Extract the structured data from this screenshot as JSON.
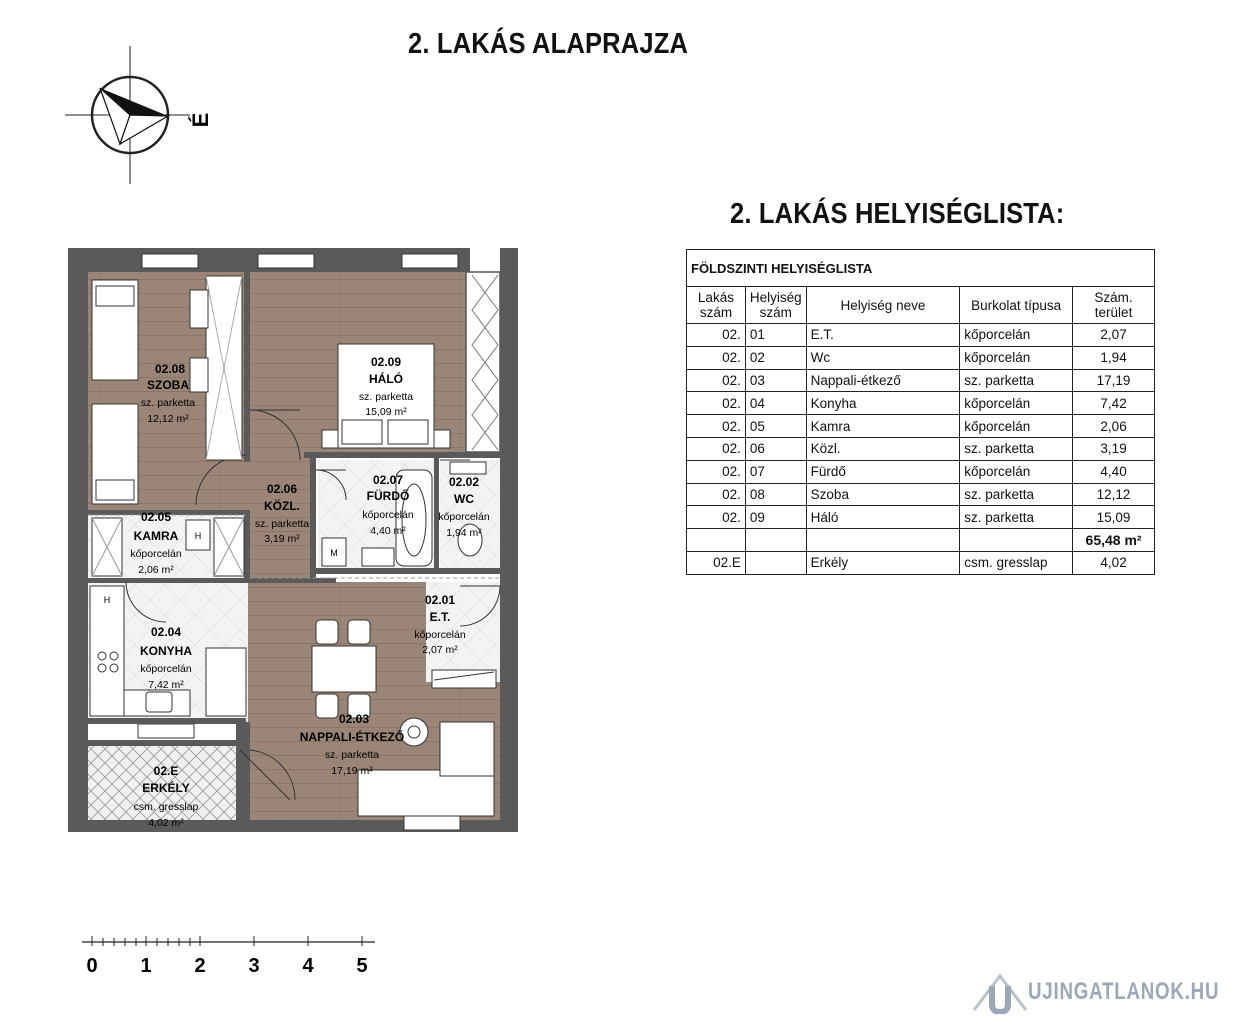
{
  "plan_title": "2. LAKÁS ALAPRAJZA",
  "list_title": "2. LAKÁS HELYISÉGLISTA:",
  "compass": {
    "north_label": "É"
  },
  "scale": {
    "labels": [
      "0",
      "1",
      "2",
      "3",
      "4",
      "5"
    ]
  },
  "plan_rooms": [
    {
      "code": "02.08",
      "name": "SZOBA",
      "floor": "sz. parketta",
      "area": "12,12 m²"
    },
    {
      "code": "02.09",
      "name": "HÁLÓ",
      "floor": "sz. parketta",
      "area": "15,09 m²"
    },
    {
      "code": "02.06",
      "name": "KÖZL.",
      "floor": "sz. parketta",
      "area": "3,19 m²"
    },
    {
      "code": "02.07",
      "name": "FÜRDŐ",
      "floor": "kőporcelán",
      "area": "4,40 m²"
    },
    {
      "code": "02.02",
      "name": "WC",
      "floor": "kőporcelán",
      "area": "1,94 m²"
    },
    {
      "code": "02.05",
      "name": "KAMRA",
      "floor": "kőporcelán",
      "area": "2,06 m²"
    },
    {
      "code": "02.04",
      "name": "KONYHA",
      "floor": "kőporcelán",
      "area": "7,42 m²"
    },
    {
      "code": "02.01",
      "name": "E.T.",
      "floor": "kőporcelán",
      "area": "2,07 m²"
    },
    {
      "code": "02.03",
      "name": "NAPPALI-ÉTKEZŐ",
      "floor": "sz. parketta",
      "area": "17,19 m²"
    },
    {
      "code": "02.E",
      "name": "ERKÉLY",
      "floor": "csm. gresslap",
      "area": "4,02 m²"
    }
  ],
  "plan_symbols": {
    "fridge": "H",
    "washer": "M"
  },
  "table": {
    "section_title": "FÖLDSZINTI HELYISÉGLISTA",
    "headers": [
      {
        "line1": "Lakás",
        "line2": "szám"
      },
      {
        "line1": "Helyiség",
        "line2": "szám"
      },
      {
        "line1": "Helyiség neve",
        "line2": ""
      },
      {
        "line1": "Burkolat típusa",
        "line2": ""
      },
      {
        "line1": "Szám.",
        "line2": "terület"
      }
    ],
    "rows": [
      [
        "02.",
        "01",
        "E.T.",
        "kőporcelán",
        "2,07"
      ],
      [
        "02.",
        "02",
        "Wc",
        "kőporcelán",
        "1,94"
      ],
      [
        "02.",
        "03",
        "Nappali-étkező",
        "sz. parketta",
        "17,19"
      ],
      [
        "02.",
        "04",
        "Konyha",
        "kőporcelán",
        "7,42"
      ],
      [
        "02.",
        "05",
        "Kamra",
        "kőporcelán",
        "2,06"
      ],
      [
        "02.",
        "06",
        "Közl.",
        "sz. parketta",
        "3,19"
      ],
      [
        "02.",
        "07",
        "Fürdő",
        "kőporcelán",
        "4,40"
      ],
      [
        "02.",
        "08",
        "Szoba",
        "sz. parketta",
        "12,12"
      ],
      [
        "02.",
        "09",
        "Háló",
        "sz. parketta",
        "15,09"
      ]
    ],
    "total": "65,48 m²",
    "extra_row": [
      "02.E",
      "",
      "Erkély",
      "csm. gresslap",
      "4,02"
    ]
  },
  "watermark": {
    "text": "UJINGATLANOK.HU"
  },
  "colors": {
    "wall": "#555555",
    "parquet": "#9a8577",
    "tile": "#f2f2f2",
    "balcony": "#f0f0f0",
    "watermark": "#9aa8b8"
  }
}
